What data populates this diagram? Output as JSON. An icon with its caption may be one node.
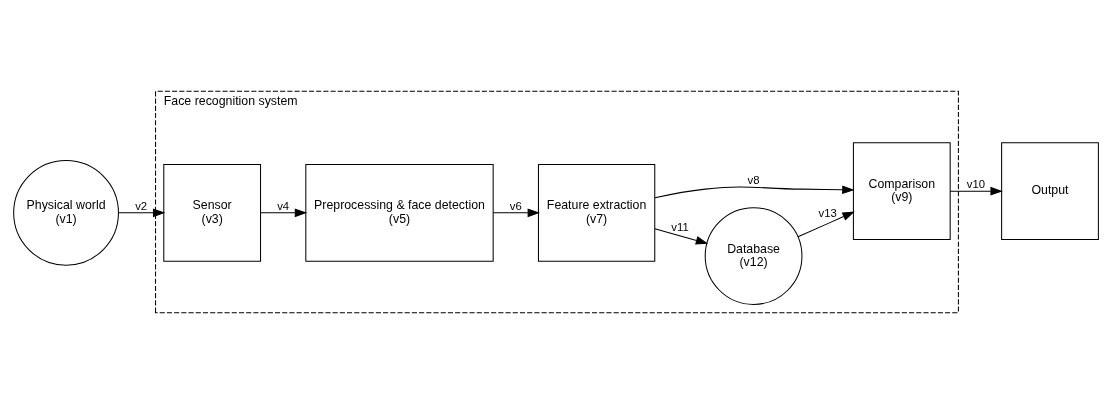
{
  "diagram": {
    "nodes": [
      {
        "text": [
          "Face recognition system"
        ]
      },
      {
        "text": [
          "Physical world",
          "(v1)"
        ]
      },
      {
        "text": [
          "Sensor",
          "(v3)"
        ],
        "in": 0
      },
      {
        "text": [
          "Preprocessing & face detection",
          "(v5)"
        ],
        "in": 0
      },
      {
        "text": [
          "Feature extraction",
          "(v7)"
        ],
        "in": 0
      },
      {
        "text": [
          "Database",
          "(v12)"
        ],
        "in": 0
      },
      {
        "text": [
          "Comparison",
          "(v9)"
        ],
        "in": 0
      },
      {
        "text": [
          "Output"
        ]
      }
    ],
    "edges": [
      {
        "from": 1,
        "to": 2,
        "arrow": "to",
        "label": "v2"
      },
      {
        "from": 2,
        "to": 3,
        "arrow": "to",
        "label": "v4"
      },
      {
        "from": 3,
        "to": 4,
        "arrow": "to",
        "label": "v6"
      },
      {
        "from": 4,
        "to": 6,
        "arrow": "to",
        "label": "v8"
      },
      {
        "from": 6,
        "to": 7,
        "arrow": "to",
        "label": "v10"
      },
      {
        "from": 4,
        "to": 5,
        "arrow": "to",
        "label": "v11"
      },
      {
        "from": 5,
        "to": 6,
        "arrow": "to",
        "label": "v13"
      }
    ]
  }
}
